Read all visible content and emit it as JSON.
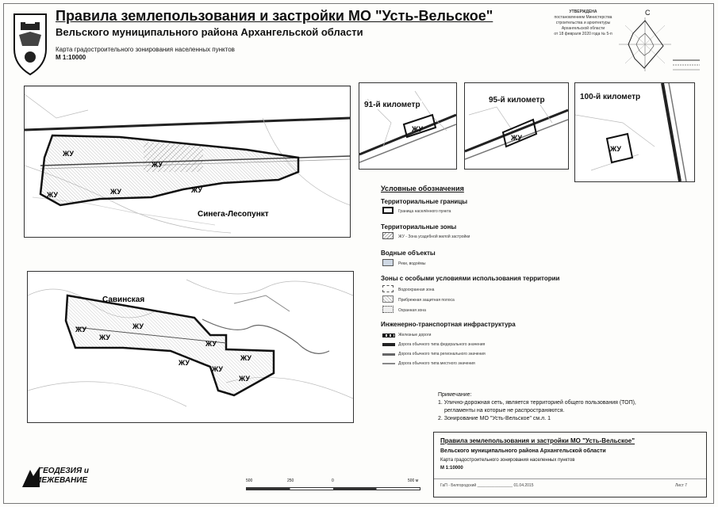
{
  "header": {
    "title": "Правила землепользования и застройки МО \"Усть-Вельское\"",
    "subtitle": "Вельского муниципального района Архангельской области",
    "map_name": "Карта градостроительного зонирования населенных пунктов",
    "scale": "М 1:10000"
  },
  "approval": {
    "line1": "УТВЕРЖДЕНА",
    "line2": "постановлением Министерства",
    "line3": "строительства и архитектуры",
    "line4": "Архангельской области",
    "line5": "от 18 февраля 2020 года № 5-п"
  },
  "north_label": "С",
  "insets": {
    "km91": "91-й километр",
    "km95": "95-й километр",
    "km100": "100-й километр"
  },
  "settlements": {
    "sinega": "Синега-Лесопункт",
    "savinskaya": "Савинская",
    "zone_code": "ЖУ"
  },
  "legend": {
    "title": "Условные обозначения",
    "sections": [
      {
        "heading": "Территориальные границы",
        "items": [
          "Граница населённого пункта"
        ]
      },
      {
        "heading": "Территориальные зоны",
        "items": [
          "ЖУ - Зона усадебной жилой застройки"
        ]
      },
      {
        "heading": "Водные объекты",
        "items": [
          "Реки, водоёмы"
        ]
      },
      {
        "heading": "Зоны с особыми условиями использования территории",
        "items": [
          "Водоохранная зона",
          "Прибрежная защитная полоса",
          "Охранная зона"
        ]
      },
      {
        "heading": "Инженерно-транспортная инфраструктура",
        "items": [
          "Железные дороги",
          "Дорога обычного типа федерального значения",
          "Дорога обычного типа регионального значения",
          "Дорога обычного типа местного значения"
        ]
      }
    ]
  },
  "notes": {
    "heading": "Примечание:",
    "items": [
      "1. Улично-дорожная сеть, является территорией общего пользования (ТОП),",
      "регламенты на которые не распространяются.",
      "2. Зонирование МО \"Усть-Вельское\" см.л. 1"
    ]
  },
  "stamp": {
    "title": "Правила землепользования и застройки МО \"Усть-Вельское\"",
    "subtitle": "Вельского муниципального района Архангельской области",
    "map_name": "Карта градостроительного зонирования населенных пунктов",
    "scale": "М 1:10000",
    "footer_left": "ГаП - Белгородский ________________  01.04.2015",
    "sheet": "Лист 7"
  },
  "scalebar": {
    "labels": [
      "500",
      "250",
      "0",
      "500 м"
    ]
  },
  "company": {
    "line1": "ГЕОДЕЗИЯ и",
    "line2": "МЕЖЕВАНИЕ"
  },
  "colors": {
    "boundary": "#111111",
    "hatch": "#555555",
    "road": "#333333",
    "water": "#cfd8e3"
  }
}
